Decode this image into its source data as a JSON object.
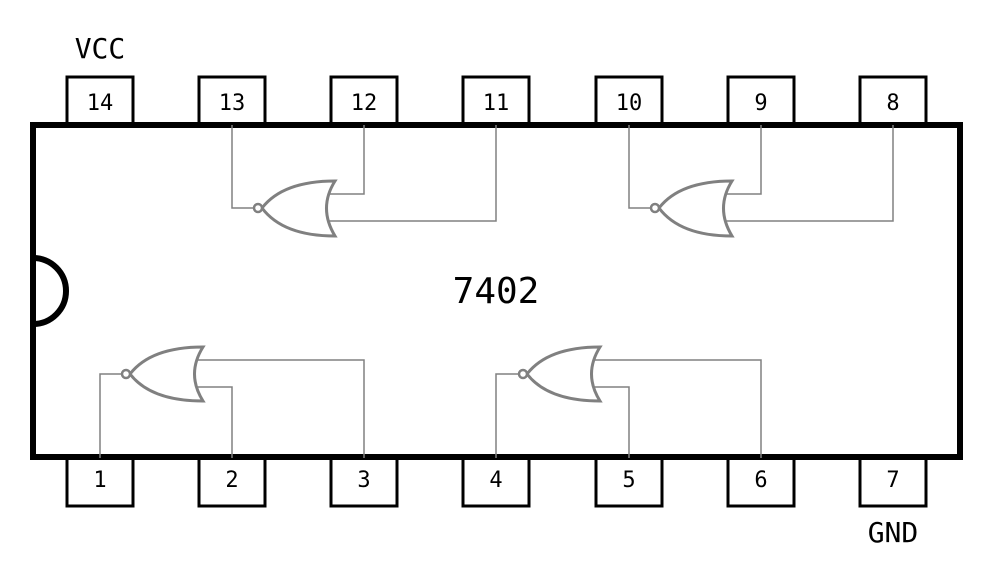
{
  "chip": {
    "part_number": "7402"
  },
  "power": {
    "vcc_label": "VCC",
    "gnd_label": "GND"
  },
  "pins": {
    "top": [
      "14",
      "13",
      "12",
      "11",
      "10",
      "9",
      "8"
    ],
    "bottom": [
      "1",
      "2",
      "3",
      "4",
      "5",
      "6",
      "7"
    ]
  },
  "gates": [
    {
      "id": "nor-1",
      "type": "NOR",
      "inputs": [
        "2",
        "3"
      ],
      "output": "1"
    },
    {
      "id": "nor-2",
      "type": "NOR",
      "inputs": [
        "5",
        "6"
      ],
      "output": "4"
    },
    {
      "id": "nor-3",
      "type": "NOR",
      "inputs": [
        "12",
        "11"
      ],
      "output": "13"
    },
    {
      "id": "nor-4",
      "type": "NOR",
      "inputs": [
        "9",
        "8"
      ],
      "output": "10"
    }
  ],
  "colors": {
    "outline": "#000000",
    "gate": "#808080",
    "background": "#ffffff"
  }
}
